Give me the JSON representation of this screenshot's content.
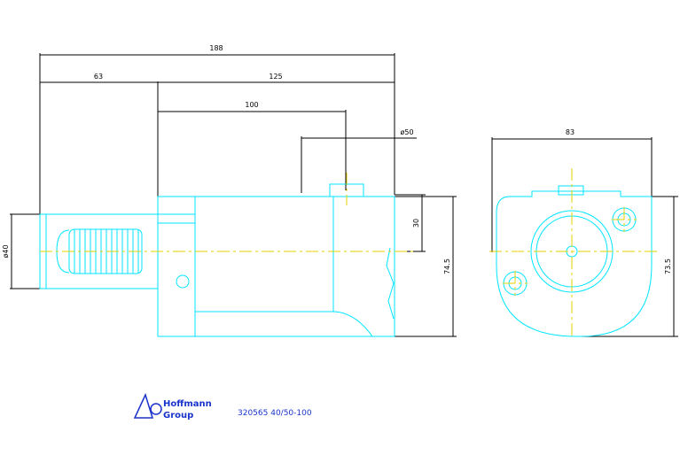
{
  "dimensions": {
    "overall_length": "188",
    "shank_length": "63",
    "body_length": "125",
    "hole_offset": "100",
    "hole_diameter": "ø50",
    "shank_diameter": "ø40",
    "center_height": "30",
    "body_height": "74.5",
    "end_width": "83",
    "end_height": "73.5"
  },
  "title_block": {
    "logo_line1": "Hoffmann",
    "logo_line2": "Group",
    "part_code": "320565 40/50-100"
  },
  "colors": {
    "outline": "#00e5ff",
    "centerline": "#e6d200",
    "dimension": "#000000",
    "logo": "#1a33cc"
  }
}
